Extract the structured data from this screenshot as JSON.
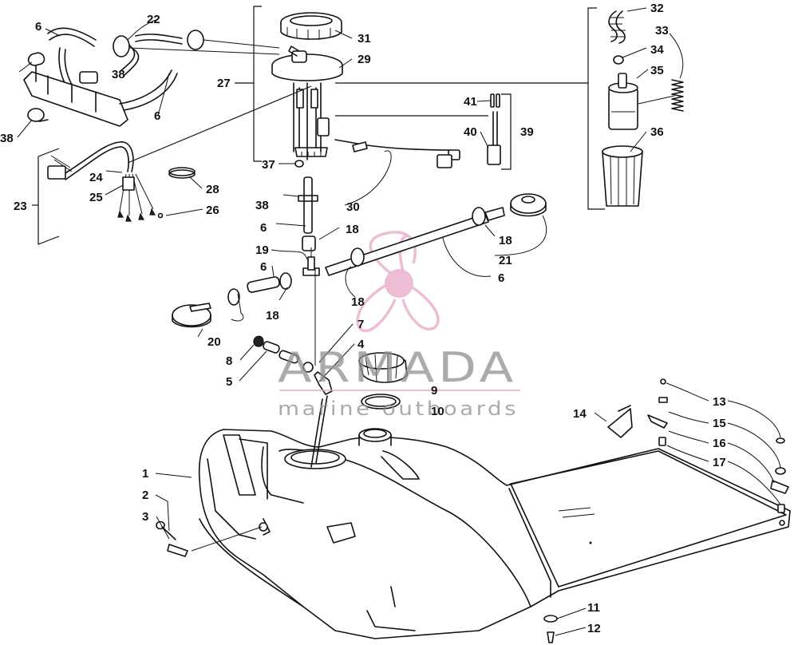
{
  "diagram": {
    "colors": {
      "line": "#111111",
      "watermark_text": "#8f8f8f",
      "watermark_logo": "#e8a6c8",
      "background": "#ffffff"
    },
    "callouts": [
      "1",
      "2",
      "3",
      "4",
      "5",
      "6",
      "7",
      "8",
      "9",
      "10",
      "11",
      "12",
      "13",
      "14",
      "15",
      "16",
      "17",
      "18",
      "19",
      "20",
      "21",
      "22",
      "23",
      "24",
      "25",
      "26",
      "27",
      "28",
      "29",
      "30",
      "31",
      "32",
      "33",
      "34",
      "35",
      "36",
      "37",
      "38",
      "39",
      "40",
      "41"
    ],
    "watermark": {
      "brand": "ARMADA",
      "tagline": "marine outboards"
    }
  }
}
